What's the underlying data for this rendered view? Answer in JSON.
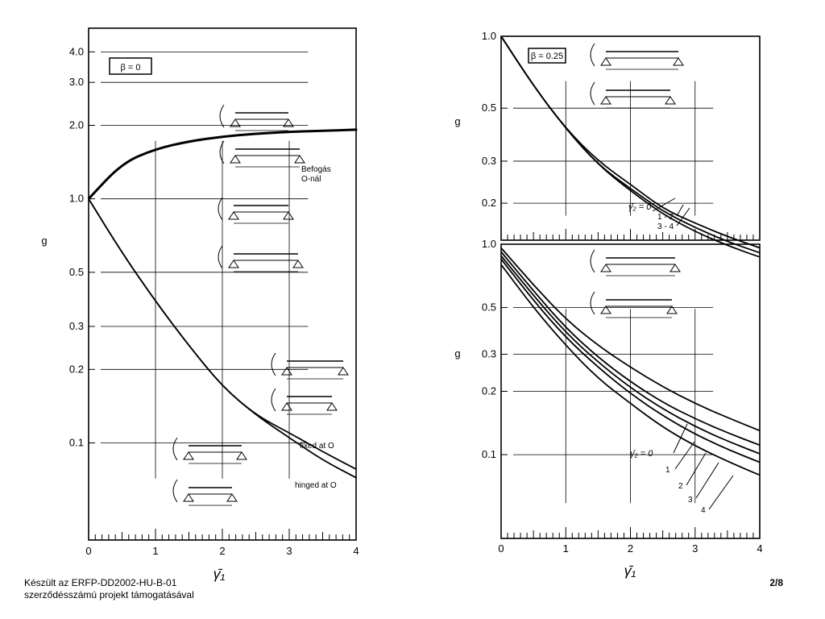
{
  "footer": {
    "credit_line1": "Készült az ERFP-DD2002-HU-B-01",
    "credit_line2": "szerződésszámú projekt támogatásával",
    "page_number": "2/8"
  },
  "chart_data": [
    {
      "type": "line",
      "yscale": "log",
      "xlim": [
        0,
        4
      ],
      "ylim": [
        0.04,
        5.0
      ],
      "x_ticks": [
        "0",
        "1",
        "2",
        "3",
        "4"
      ],
      "y_ticks": [
        {
          "value": 4.0,
          "label": "4.0"
        },
        {
          "value": 3.0,
          "label": "3.0"
        },
        {
          "value": 2.0,
          "label": "2.0"
        },
        {
          "value": 1.0,
          "label": "1.0"
        },
        {
          "value": 0.5,
          "label": "0.5"
        },
        {
          "value": 0.3,
          "label": "0.3"
        },
        {
          "value": 0.2,
          "label": "0.2"
        },
        {
          "value": 0.1,
          "label": "0.1"
        }
      ],
      "xlabel": "γ̄₁",
      "ylabel": "g",
      "parameter_label": "β = 0",
      "annotations": [
        "Befogás",
        "O-nál",
        "fixed at O",
        "hinged at O"
      ],
      "series": [
        {
          "x": [
            0,
            0.5,
            1.0,
            1.5,
            2.0,
            2.5,
            3.0,
            3.5,
            4.0
          ],
          "values": [
            1.0,
            1.4,
            1.6,
            1.72,
            1.8,
            1.85,
            1.88,
            1.9,
            1.92
          ]
        },
        {
          "x": [
            0,
            0.5,
            1.0,
            1.5,
            2.0,
            2.5,
            3.0,
            3.5,
            4.0
          ],
          "values": [
            1.0,
            0.6,
            0.38,
            0.25,
            0.17,
            0.13,
            0.105,
            0.085,
            0.072
          ]
        },
        {
          "x": [
            0,
            0.5,
            1.0,
            1.5,
            2.0,
            2.5,
            3.0,
            3.5,
            4.0
          ],
          "values": [
            1.0,
            0.6,
            0.38,
            0.25,
            0.17,
            0.13,
            0.11,
            0.092,
            0.078
          ]
        }
      ]
    },
    {
      "type": "line",
      "yscale": "log",
      "xlim": [
        0,
        4
      ],
      "ylim": [
        0.14,
        1.0
      ],
      "x_ticks": [],
      "y_ticks": [
        {
          "value": 1.0,
          "label": "1.0"
        },
        {
          "value": 0.5,
          "label": "0.5"
        },
        {
          "value": 0.3,
          "label": "0.3"
        },
        {
          "value": 0.2,
          "label": "0.2"
        }
      ],
      "ylabel": "g",
      "parameter_label": "β = 0.25",
      "curve_labels": [
        "γ̄₂ = 0",
        "1 - 2",
        "3 - 4"
      ],
      "series": [
        {
          "name": "0",
          "x": [
            0,
            0.5,
            1.0,
            1.5,
            2.0,
            2.5,
            3.0,
            3.5,
            4.0
          ],
          "values": [
            1.0,
            0.62,
            0.41,
            0.3,
            0.24,
            0.19,
            0.165,
            0.145,
            0.13
          ]
        },
        {
          "name": "1 - 2",
          "x": [
            0,
            0.5,
            1.0,
            1.5,
            2.0,
            2.5,
            3.0,
            3.5,
            4.0
          ],
          "values": [
            1.0,
            0.62,
            0.41,
            0.29,
            0.23,
            0.185,
            0.158,
            0.138,
            0.124
          ]
        },
        {
          "name": "3 - 4",
          "x": [
            0,
            0.5,
            1.0,
            1.5,
            2.0,
            2.5,
            3.0,
            3.5,
            4.0
          ],
          "values": [
            1.0,
            0.62,
            0.41,
            0.29,
            0.225,
            0.18,
            0.152,
            0.133,
            0.119
          ]
        }
      ]
    },
    {
      "type": "line",
      "yscale": "log",
      "xlim": [
        0,
        4
      ],
      "ylim": [
        0.04,
        1.0
      ],
      "x_ticks": [
        "0",
        "1",
        "2",
        "3",
        "4"
      ],
      "y_ticks": [
        {
          "value": 1.0,
          "label": "1.0"
        },
        {
          "value": 0.5,
          "label": "0.5"
        },
        {
          "value": 0.3,
          "label": "0.3"
        },
        {
          "value": 0.2,
          "label": "0.2"
        },
        {
          "value": 0.1,
          "label": "0.1"
        }
      ],
      "xlabel": "γ̄₁",
      "ylabel": "g",
      "curve_labels": [
        "γ̄₂ = 0",
        "1",
        "2",
        "3",
        "4"
      ],
      "series": [
        {
          "name": "0",
          "x": [
            0,
            0.5,
            1.0,
            1.5,
            2.0,
            2.5,
            3.0,
            3.5,
            4.0
          ],
          "values": [
            0.8,
            0.5,
            0.33,
            0.23,
            0.175,
            0.135,
            0.11,
            0.093,
            0.08
          ]
        },
        {
          "name": "1",
          "x": [
            0,
            0.5,
            1.0,
            1.5,
            2.0,
            2.5,
            3.0,
            3.5,
            4.0
          ],
          "values": [
            0.85,
            0.54,
            0.36,
            0.26,
            0.195,
            0.153,
            0.125,
            0.106,
            0.092
          ]
        },
        {
          "name": "2",
          "x": [
            0,
            0.5,
            1.0,
            1.5,
            2.0,
            2.5,
            3.0,
            3.5,
            4.0
          ],
          "values": [
            0.88,
            0.57,
            0.38,
            0.275,
            0.208,
            0.165,
            0.136,
            0.116,
            0.101
          ]
        },
        {
          "name": "3",
          "x": [
            0,
            0.5,
            1.0,
            1.5,
            2.0,
            2.5,
            3.0,
            3.5,
            4.0
          ],
          "values": [
            0.92,
            0.6,
            0.4,
            0.29,
            0.222,
            0.177,
            0.148,
            0.127,
            0.111
          ]
        },
        {
          "name": "4",
          "x": [
            0,
            0.5,
            1.0,
            1.5,
            2.0,
            2.5,
            3.0,
            3.5,
            4.0
          ],
          "values": [
            0.96,
            0.64,
            0.44,
            0.33,
            0.26,
            0.21,
            0.175,
            0.15,
            0.13
          ]
        }
      ]
    }
  ]
}
